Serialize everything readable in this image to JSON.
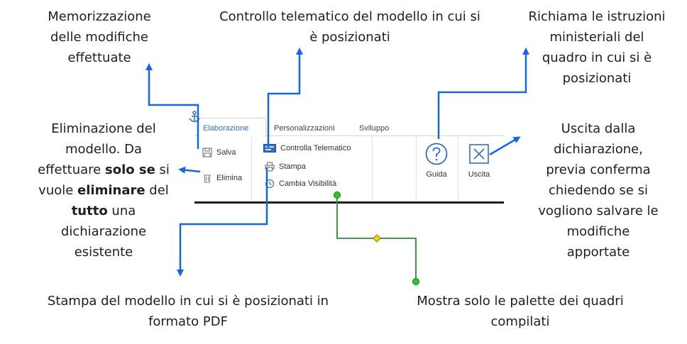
{
  "colors": {
    "arrow": "#1565e8",
    "connector": "#2e8b2e",
    "dot": "#22cc22",
    "diamond": "#f0e000",
    "ribbon_accent": "#2f6fc0"
  },
  "annotations": {
    "save": [
      "Memorizzazione",
      "delle modifiche",
      "effettuate"
    ],
    "telematic": [
      "Controllo telematico del modello in cui si",
      "è posizionati"
    ],
    "guide": [
      "Richiama le istruzioni",
      "ministeriali del",
      "quadro in cui si è",
      "posizionati"
    ],
    "delete": {
      "l1": "Eliminazione del",
      "l2": "modello. Da",
      "l3a": "effettuare ",
      "l3b": "solo se",
      "l3c": " si",
      "l4a": "vuole ",
      "l4b": "eliminare",
      "l4c": " del",
      "l5a": "tutto",
      "l5b": " una",
      "l6": "dichiarazione",
      "l7": "esistente"
    },
    "exit": [
      "Uscita dalla",
      "dichiarazione,",
      "previa conferma",
      "chiedendo se si",
      "vogliono salvare le",
      "modifiche",
      "apportate"
    ],
    "print": [
      "Stampa del modello in cui si è posizionati in",
      "formato PDF"
    ],
    "visibility": [
      "Mostra solo le palette dei quadri",
      "compilati"
    ]
  },
  "ribbon": {
    "tabs": [
      "Elaborazione",
      "Personalizzazioni",
      "Sviluppo"
    ],
    "save_label": "Salva",
    "delete_label": "Elimina",
    "telematic_label": "Controlla Telematico",
    "print_label": "Stampa",
    "visibility_label": "Cambia Visibilità",
    "guide_label": "Guida",
    "exit_label": "Uscita"
  }
}
